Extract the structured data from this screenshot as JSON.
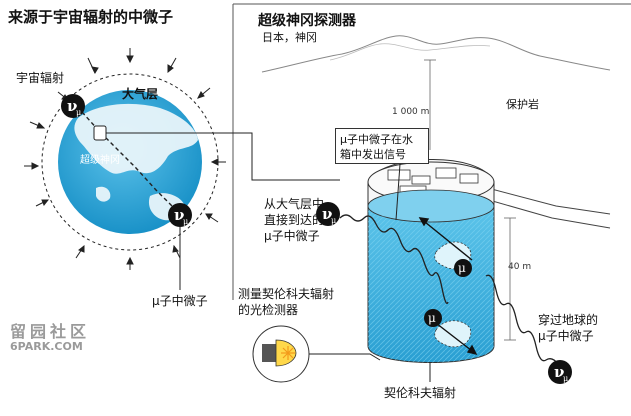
{
  "title": "来源于宇宙辐射的中微子",
  "detector_name": "超级神冈探测器",
  "location": "日本，神冈",
  "labels": {
    "cosmic_ray": "宇宙辐射",
    "atmosphere": "大气层",
    "super_k_small": "超级神冈",
    "muon_neutrino": "μ子中微子",
    "rock": "保护岩",
    "depth": "1 000 m",
    "height": "40 m",
    "signal_line1": "μ子中微子在水",
    "signal_line2": "箱中发出信号",
    "direct_line1": "从大气层中",
    "direct_line2": "直接到达的",
    "direct_line3": "μ子中微子",
    "pmt_line1": "测量契伦科夫辐射",
    "pmt_line2": "的光检测器",
    "through_line1": "穿过地球的",
    "through_line2": "μ子中微子",
    "cherenkov": "契伦科夫辐射"
  },
  "symbols": {
    "neutrino": "ν",
    "neutrino_sub": "μ",
    "muon": "μ"
  },
  "watermark": {
    "line1": "留园社区",
    "line2": "6PARK.COM"
  },
  "colors": {
    "water": "#2aa9d9",
    "water_light": "#6cc9ec",
    "ocean": "#1e9ad0",
    "land": "#e6f3f9",
    "ink": "#111111"
  }
}
